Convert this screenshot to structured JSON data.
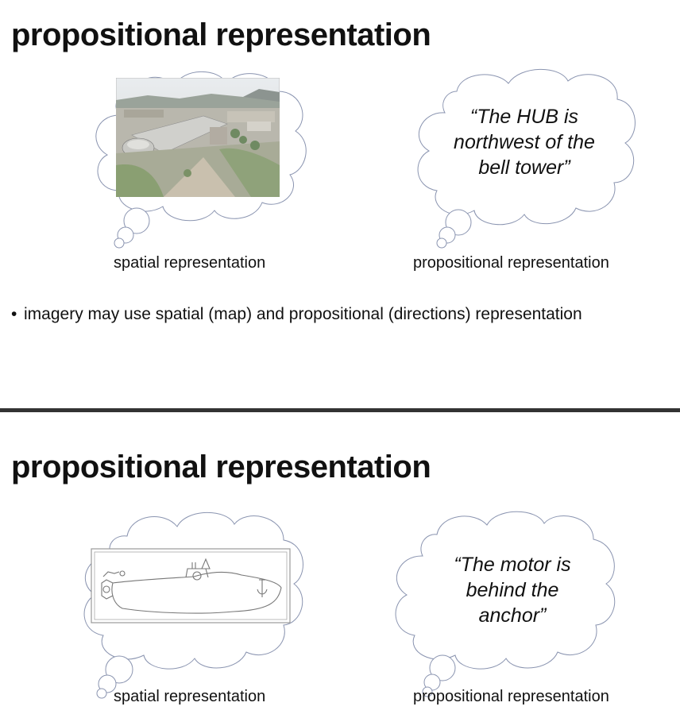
{
  "slides": [
    {
      "title": "propositional representation",
      "left_caption": "spatial representation",
      "right_caption": "propositional representation",
      "quote_lines": [
        "“The HUB is",
        "northwest of the",
        "bell tower”"
      ],
      "bullet": "imagery may use spatial (map) and propositional (directions) representation"
    },
    {
      "title": "propositional representation",
      "left_caption": "spatial representation",
      "right_caption": "propositional representation",
      "quote_lines": [
        "“The motor is",
        "behind the",
        "anchor”"
      ]
    }
  ],
  "colors": {
    "cloud_stroke": "#8a94b0",
    "divider": "#333333"
  }
}
